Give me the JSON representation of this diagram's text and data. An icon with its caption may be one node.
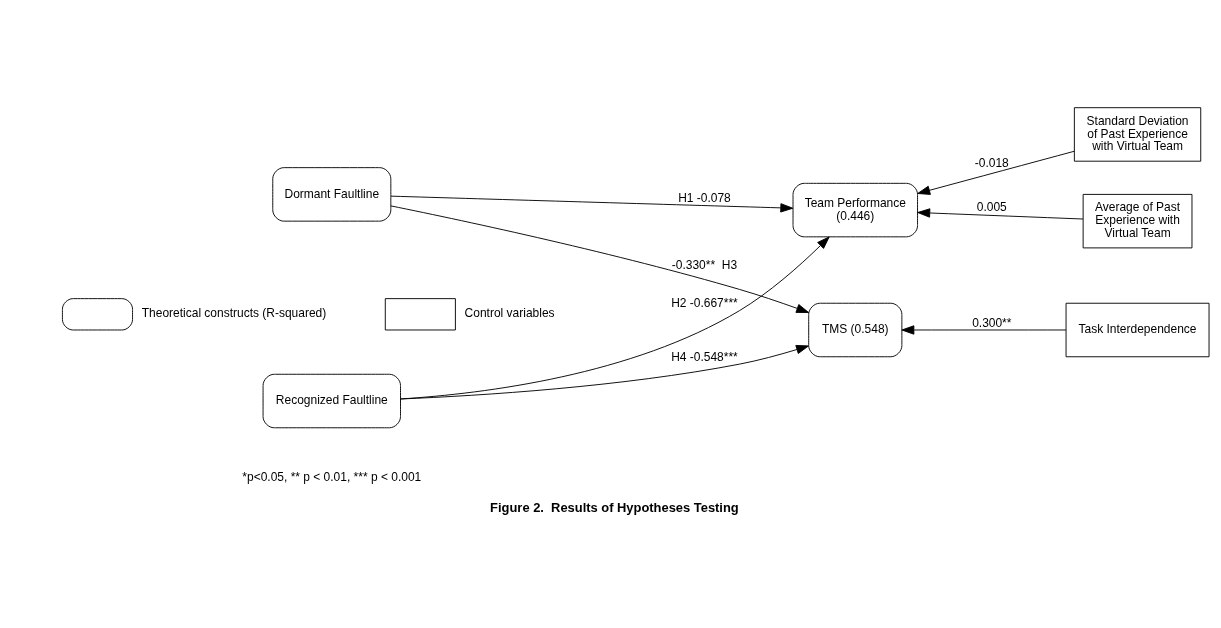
{
  "diagram": {
    "caption": "Figure 2.  Results of Hypotheses Testing",
    "nodes": [
      {
        "text": [
          "Recognized Faultline"
        ]
      },
      {
        "text": [
          "Dormant Faultline"
        ]
      },
      {
        "text": [
          "Team Performance (0.446)"
        ]
      },
      {
        "text": [
          "TMS (0.548)"
        ]
      },
      {
        "text": [
          "Average of Past Experience with Virtual Team"
        ]
      },
      {
        "text": [
          "Standard Deviation of Past Experience with Virtual Team"
        ]
      },
      {
        "text": [
          "Task Interdependence"
        ]
      }
    ],
    "edges": [
      {
        "from": 0,
        "to": 2,
        "arrow": "to",
        "label": "H2 -0.667***"
      },
      {
        "from": 0,
        "to": 3,
        "arrow": "to",
        "label": "H4 -0.548***"
      },
      {
        "from": 1,
        "to": 2,
        "arrow": "to",
        "label": "H1 -0.078"
      },
      {
        "from": 1,
        "to": 3,
        "arrow": "to",
        "label": "-0.330**  H3"
      },
      {
        "from": 4,
        "to": 2,
        "arrow": "to",
        "label": "0.005"
      },
      {
        "from": 5,
        "to": 2,
        "arrow": "to",
        "label": "-0.018"
      },
      {
        "from": 6,
        "to": 3,
        "arrow": "to",
        "label": "0.300**"
      }
    ],
    "labels": [
      "*p<0.05, ** p < 0.01, *** p < 0.001"
    ],
    "legend": [
      {
        "text": "Theoretical constructs (R-squared)"
      },
      {
        "text": "Control variables"
      }
    ]
  }
}
